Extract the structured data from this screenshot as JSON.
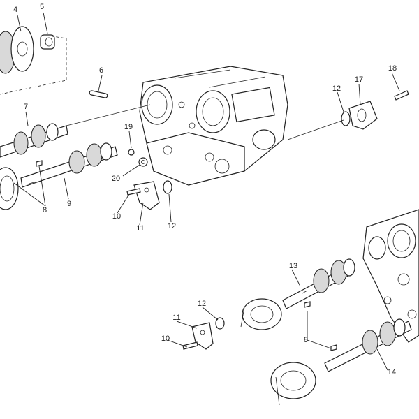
{
  "diagram": {
    "callouts": [
      {
        "id": "c4",
        "label": "4"
      },
      {
        "id": "c5",
        "label": "5"
      },
      {
        "id": "c6",
        "label": "6"
      },
      {
        "id": "c7",
        "label": "7"
      },
      {
        "id": "c8a",
        "label": "8"
      },
      {
        "id": "c9",
        "label": "9"
      },
      {
        "id": "c10a",
        "label": "10"
      },
      {
        "id": "c11a",
        "label": "11"
      },
      {
        "id": "c12a",
        "label": "12"
      },
      {
        "id": "c12b",
        "label": "12"
      },
      {
        "id": "c17",
        "label": "17"
      },
      {
        "id": "c18",
        "label": "18"
      },
      {
        "id": "c19",
        "label": "19"
      },
      {
        "id": "c20",
        "label": "20"
      },
      {
        "id": "c13",
        "label": "13"
      },
      {
        "id": "c12c",
        "label": "12"
      },
      {
        "id": "c11b",
        "label": "11"
      },
      {
        "id": "c10b",
        "label": "10"
      },
      {
        "id": "c8b",
        "label": "8"
      },
      {
        "id": "c14",
        "label": "14"
      }
    ]
  }
}
